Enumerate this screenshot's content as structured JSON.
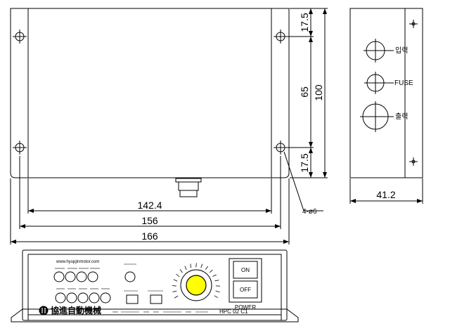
{
  "top_view": {
    "dimensions": {
      "d_17_5_top": "17.5",
      "d_65": "65",
      "d_17_5_bottom": "17.5",
      "d_100": "100",
      "d_142_4": "142.4",
      "d_156": "156",
      "d_166": "166"
    },
    "hole_callout": "4-ø6"
  },
  "side_view": {
    "label_input": "입력",
    "label_fuse": "FUSE",
    "label_output": "출력",
    "d_41_2": "41.2"
  },
  "front_panel": {
    "website": "www.hyupjinmotor.com",
    "brand": "協進自動機械",
    "model": "HPC 02 C1",
    "switch_on": "ON",
    "switch_off": "OFF",
    "power_label": "POWER"
  }
}
